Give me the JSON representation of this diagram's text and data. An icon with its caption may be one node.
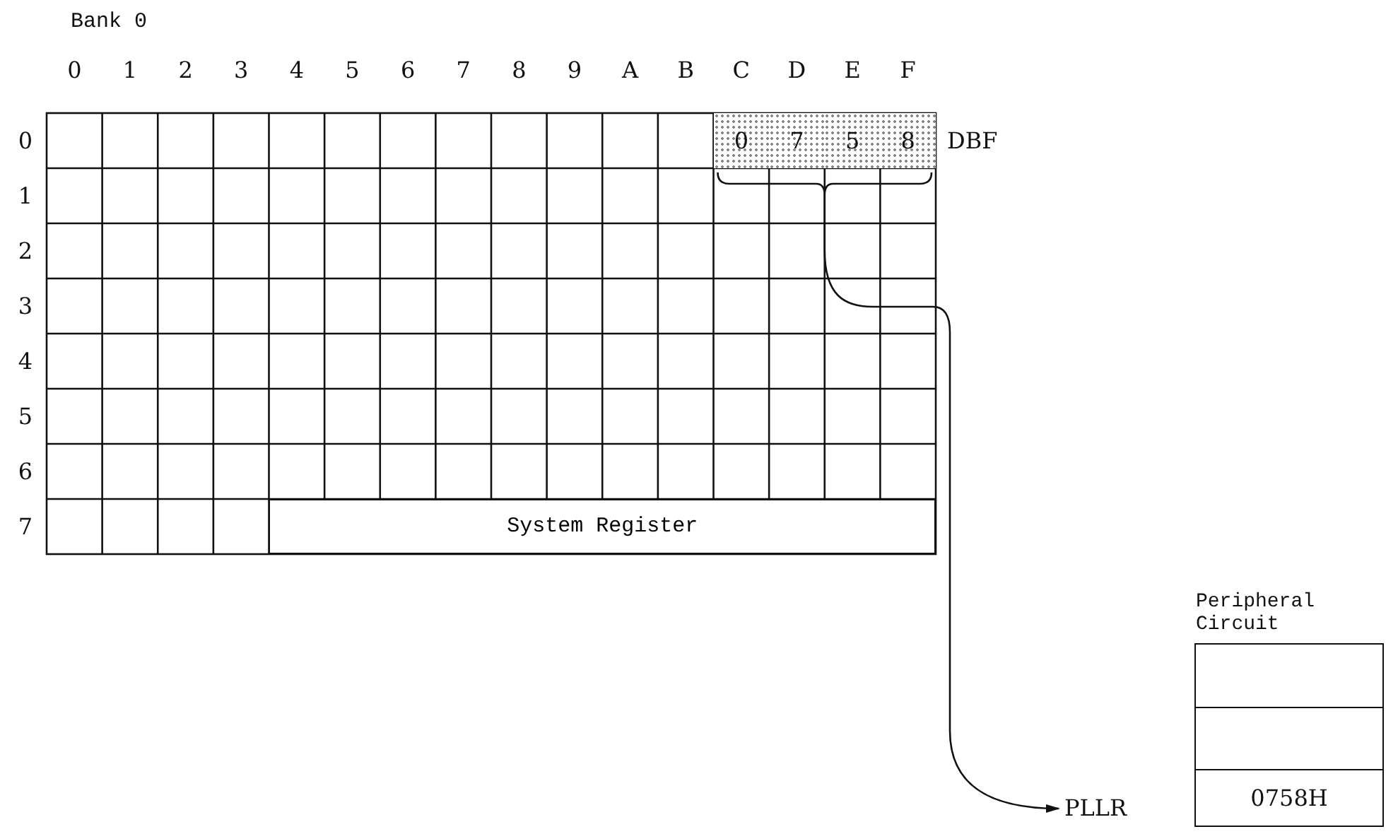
{
  "diagram": {
    "nodes": [
      {
        "text": [
          "0"
        ]
      },
      {
        "text": [
          "7"
        ]
      },
      {
        "text": [
          "5"
        ]
      },
      {
        "text": [
          "8"
        ]
      },
      {
        "text": [],
        "shape": "bracket"
      },
      {
        "text": [
          "PLLR"
        ]
      },
      {
        "text": [
          "Peripheral Circuit"
        ]
      },
      {
        "text": [],
        "shape": "box",
        "in": 6
      },
      {
        "text": [],
        "shape": "box",
        "in": 6
      },
      {
        "text": [
          "0758H"
        ],
        "in": 6
      },
      {
        "text": [
          "System Register"
        ]
      }
    ],
    "edges": [
      {
        "from": 4,
        "to": 5,
        "arrow": "to"
      }
    ],
    "labels": [
      "Bank 0",
      "0",
      "1",
      "2",
      "3",
      "4",
      "5",
      "6",
      "7",
      "8",
      "9",
      "A",
      "B",
      "C",
      "D",
      "E",
      "F",
      "0",
      "DBF",
      "1",
      "2",
      "3",
      "4",
      "5",
      "6",
      "7"
    ]
  }
}
